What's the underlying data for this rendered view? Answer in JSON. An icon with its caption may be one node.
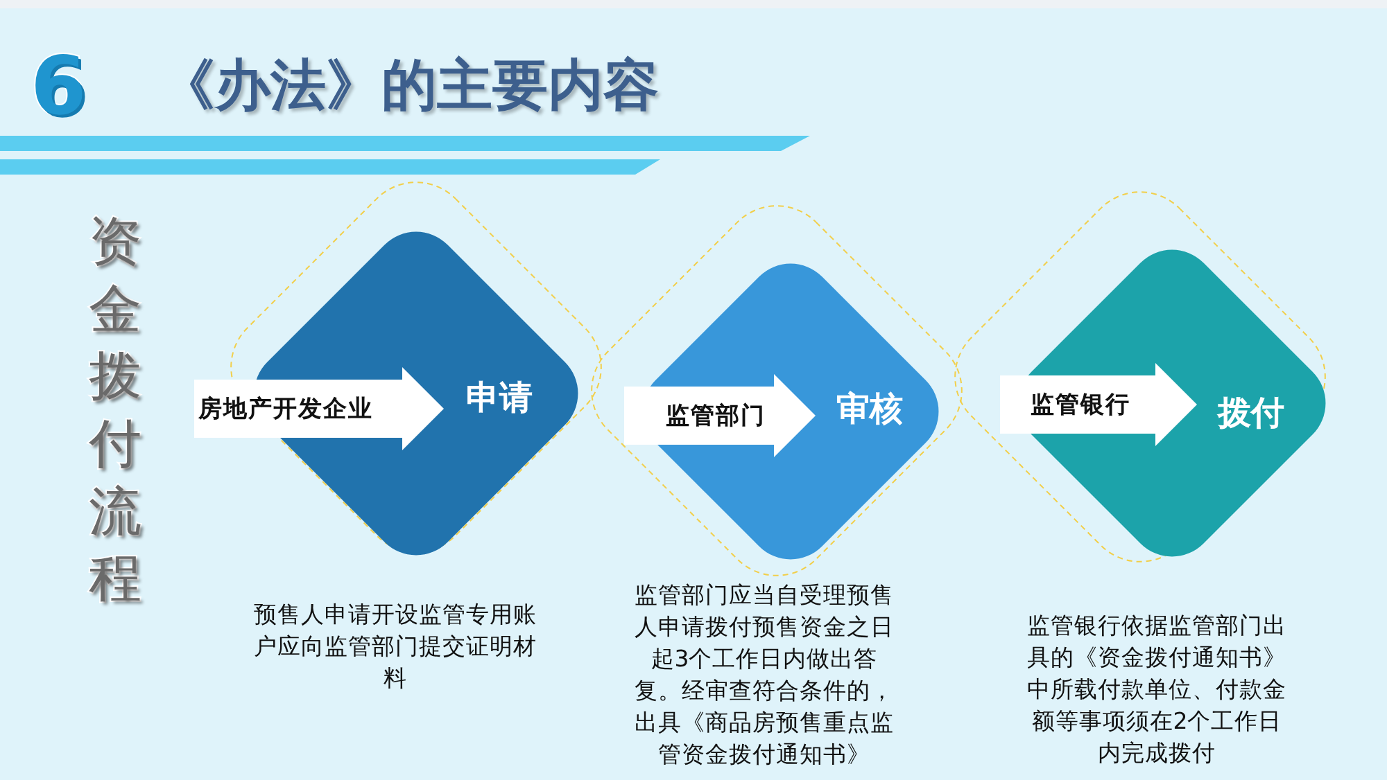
{
  "diagram": {
    "title": "《办法》的主要内容",
    "nodes": [
      {
        "text": [
          "申请"
        ],
        "beside": [
          "预售人申请开设监管专用账户应向监管部门提交证明材料"
        ]
      },
      {
        "text": [
          "房地产开发企业"
        ]
      },
      {
        "text": [
          "审核"
        ],
        "beside": [
          "监管部门应当自受理预售人申请拨付预售资金之日起3个工作日内做出答复。经审查符合条件的，出具《商品房预售重点监管资金拨付通知书》"
        ]
      },
      {
        "text": [
          "监管部门"
        ],
        "in": 2
      },
      {
        "text": [
          "拨付"
        ],
        "beside": [
          "监管银行依据监管部门出具的《资金拨付通知书》中所载付款单位、付款金额等事项须在2个工作日内完成拨付"
        ]
      },
      {
        "text": [
          "监管银行"
        ],
        "in": 4
      }
    ],
    "labels": [
      "6",
      "资金拨付流程"
    ]
  }
}
